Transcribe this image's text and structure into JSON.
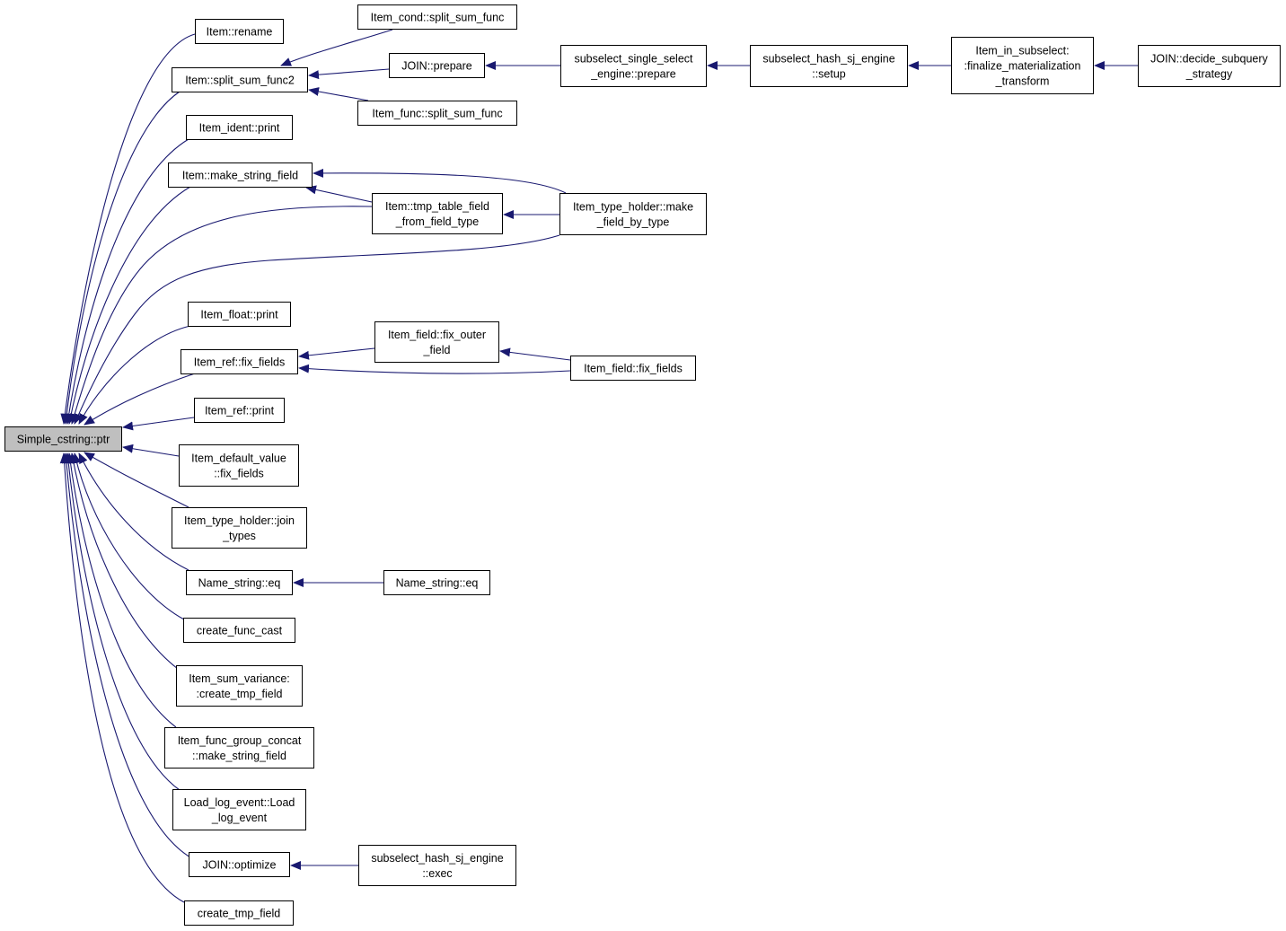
{
  "diagram": {
    "type": "call-graph",
    "colors": {
      "edge": "#191970",
      "node_border": "#000000",
      "node_fill": "#ffffff",
      "root_fill": "#bfbfbf"
    },
    "nodes": [
      {
        "id": "simple_cstring_ptr",
        "lines": [
          "Simple_cstring::ptr"
        ],
        "root": true
      },
      {
        "id": "item_rename",
        "lines": [
          "Item::rename"
        ]
      },
      {
        "id": "item_split_sum_func2",
        "lines": [
          "Item::split_sum_func2"
        ]
      },
      {
        "id": "item_ident_print",
        "lines": [
          "Item_ident::print"
        ]
      },
      {
        "id": "item_make_string_field",
        "lines": [
          "Item::make_string_field"
        ]
      },
      {
        "id": "item_float_print",
        "lines": [
          "Item_float::print"
        ]
      },
      {
        "id": "item_ref_fix_fields",
        "lines": [
          "Item_ref::fix_fields"
        ]
      },
      {
        "id": "item_ref_print",
        "lines": [
          "Item_ref::print"
        ]
      },
      {
        "id": "item_default_value_fix_fields",
        "lines": [
          "Item_default_value",
          "::fix_fields"
        ]
      },
      {
        "id": "item_type_holder_join_types",
        "lines": [
          "Item_type_holder::join",
          "_types"
        ]
      },
      {
        "id": "name_string_eq",
        "lines": [
          "Name_string::eq"
        ]
      },
      {
        "id": "create_func_cast",
        "lines": [
          "create_func_cast"
        ]
      },
      {
        "id": "item_sum_variance_create_tmp_field",
        "lines": [
          "Item_sum_variance:",
          ":create_tmp_field"
        ]
      },
      {
        "id": "item_func_group_concat_make_string_field",
        "lines": [
          "Item_func_group_concat",
          "::make_string_field"
        ]
      },
      {
        "id": "load_log_event_load_log_event",
        "lines": [
          "Load_log_event::Load",
          "_log_event"
        ]
      },
      {
        "id": "join_optimize",
        "lines": [
          "JOIN::optimize"
        ]
      },
      {
        "id": "create_tmp_field",
        "lines": [
          "create_tmp_field"
        ]
      },
      {
        "id": "item_cond_split_sum_func",
        "lines": [
          "Item_cond::split_sum_func"
        ]
      },
      {
        "id": "join_prepare",
        "lines": [
          "JOIN::prepare"
        ]
      },
      {
        "id": "item_func_split_sum_func",
        "lines": [
          "Item_func::split_sum_func"
        ]
      },
      {
        "id": "item_tmp_table_field_from_field_type",
        "lines": [
          "Item::tmp_table_field",
          "_from_field_type"
        ]
      },
      {
        "id": "item_field_fix_outer_field",
        "lines": [
          "Item_field::fix_outer",
          "_field"
        ]
      },
      {
        "id": "name_string_eq_2",
        "lines": [
          "Name_string::eq"
        ]
      },
      {
        "id": "subselect_hash_sj_engine_exec",
        "lines": [
          "subselect_hash_sj_engine",
          "::exec"
        ]
      },
      {
        "id": "subselect_single_select_engine_prepare",
        "lines": [
          "subselect_single_select",
          "_engine::prepare"
        ]
      },
      {
        "id": "item_type_holder_make_field_by_type",
        "lines": [
          "Item_type_holder::make",
          "_field_by_type"
        ]
      },
      {
        "id": "item_field_fix_fields",
        "lines": [
          "Item_field::fix_fields"
        ]
      },
      {
        "id": "subselect_hash_sj_engine_setup",
        "lines": [
          "subselect_hash_sj_engine",
          "::setup"
        ]
      },
      {
        "id": "item_in_subselect_finalize_materialization_transform",
        "lines": [
          "Item_in_subselect:",
          ":finalize_materialization",
          "_transform"
        ]
      },
      {
        "id": "join_decide_subquery_strategy",
        "lines": [
          "JOIN::decide_subquery",
          "_strategy"
        ]
      }
    ],
    "edges": [
      {
        "from": "item_rename",
        "to": "simple_cstring_ptr"
      },
      {
        "from": "item_split_sum_func2",
        "to": "simple_cstring_ptr"
      },
      {
        "from": "item_ident_print",
        "to": "simple_cstring_ptr"
      },
      {
        "from": "item_make_string_field",
        "to": "simple_cstring_ptr"
      },
      {
        "from": "item_tmp_table_field_from_field_type",
        "to": "simple_cstring_ptr"
      },
      {
        "from": "item_type_holder_make_field_by_type",
        "to": "simple_cstring_ptr"
      },
      {
        "from": "item_float_print",
        "to": "simple_cstring_ptr"
      },
      {
        "from": "item_ref_fix_fields",
        "to": "simple_cstring_ptr"
      },
      {
        "from": "item_ref_print",
        "to": "simple_cstring_ptr"
      },
      {
        "from": "item_default_value_fix_fields",
        "to": "simple_cstring_ptr"
      },
      {
        "from": "item_type_holder_join_types",
        "to": "simple_cstring_ptr"
      },
      {
        "from": "name_string_eq",
        "to": "simple_cstring_ptr"
      },
      {
        "from": "create_func_cast",
        "to": "simple_cstring_ptr"
      },
      {
        "from": "item_sum_variance_create_tmp_field",
        "to": "simple_cstring_ptr"
      },
      {
        "from": "item_func_group_concat_make_string_field",
        "to": "simple_cstring_ptr"
      },
      {
        "from": "load_log_event_load_log_event",
        "to": "simple_cstring_ptr"
      },
      {
        "from": "join_optimize",
        "to": "simple_cstring_ptr"
      },
      {
        "from": "create_tmp_field",
        "to": "simple_cstring_ptr"
      },
      {
        "from": "item_cond_split_sum_func",
        "to": "item_split_sum_func2"
      },
      {
        "from": "join_prepare",
        "to": "item_split_sum_func2"
      },
      {
        "from": "item_func_split_sum_func",
        "to": "item_split_sum_func2"
      },
      {
        "from": "subselect_single_select_engine_prepare",
        "to": "join_prepare"
      },
      {
        "from": "subselect_hash_sj_engine_setup",
        "to": "subselect_single_select_engine_prepare"
      },
      {
        "from": "item_in_subselect_finalize_materialization_transform",
        "to": "subselect_hash_sj_engine_setup"
      },
      {
        "from": "join_decide_subquery_strategy",
        "to": "item_in_subselect_finalize_materialization_transform"
      },
      {
        "from": "item_tmp_table_field_from_field_type",
        "to": "item_make_string_field"
      },
      {
        "from": "item_type_holder_make_field_by_type",
        "to": "item_make_string_field"
      },
      {
        "from": "item_type_holder_make_field_by_type",
        "to": "item_tmp_table_field_from_field_type"
      },
      {
        "from": "item_field_fix_outer_field",
        "to": "item_ref_fix_fields"
      },
      {
        "from": "item_field_fix_fields",
        "to": "item_ref_fix_fields"
      },
      {
        "from": "item_field_fix_fields",
        "to": "item_field_fix_outer_field"
      },
      {
        "from": "name_string_eq_2",
        "to": "name_string_eq"
      },
      {
        "from": "subselect_hash_sj_engine_exec",
        "to": "join_optimize"
      }
    ]
  }
}
